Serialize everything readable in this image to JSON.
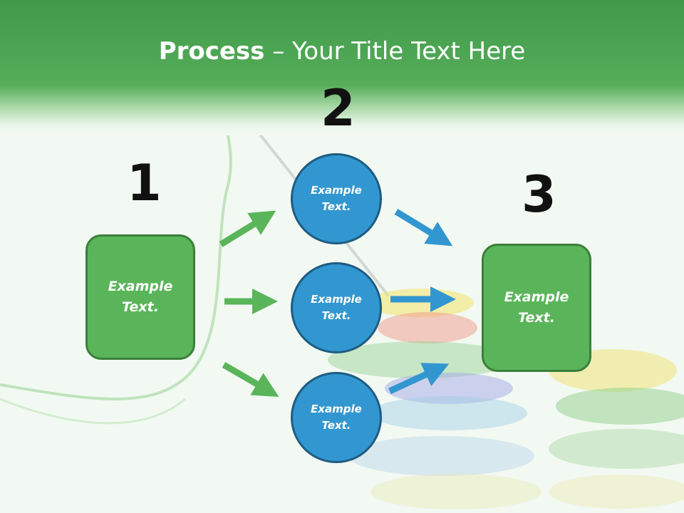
{
  "title": {
    "bold": "Process",
    "rest": " – Your Title Text Here"
  },
  "numbers": {
    "one": "1",
    "two": "2",
    "three": "3"
  },
  "step1": {
    "text": "Example\nText."
  },
  "circles": [
    {
      "text": "Example\nText."
    },
    {
      "text": "Example\nText."
    },
    {
      "text": "Example\nText."
    }
  ],
  "step3": {
    "text": "Example\nText."
  },
  "colors": {
    "green": "#5ab55a",
    "blue": "#3297d0",
    "header": "#4aa34f"
  }
}
